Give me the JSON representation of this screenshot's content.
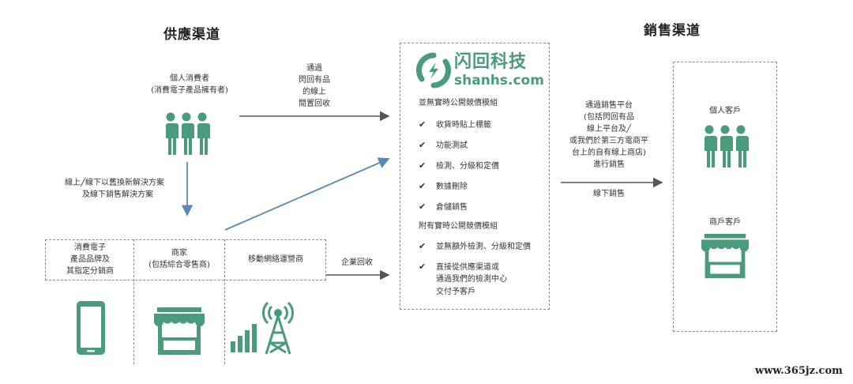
{
  "headings": {
    "supply": "供應渠道",
    "sales": "銷售渠道"
  },
  "consumer": {
    "label_line1": "個人消費者",
    "label_line2": "(消費電子產品擁有者)"
  },
  "arrow_top_label": [
    "通過",
    "閃回有品",
    "的線上",
    "閒置回收"
  ],
  "down_arrow_label": [
    "線上╱線下以舊換新解決方案",
    "及線下銷售解決方案"
  ],
  "suppliers": {
    "brands": [
      "消費電子",
      "產品品牌及",
      "其指定分銷商"
    ],
    "merchants": [
      "商家",
      "(包括綜合零售商)"
    ],
    "carriers": [
      "移動網絡運營商"
    ]
  },
  "enterprise_label": "企業回收",
  "logo": {
    "brand_cn": "闪回科技",
    "brand_en": "shanhs.com",
    "color": "#4a9a7c"
  },
  "center": {
    "section1": "並無實時公開競價模組",
    "items1": [
      "收貨時貼上標籤",
      "功能測試",
      "檢測、分級和定價",
      "數據刪除",
      "倉儲銷售"
    ],
    "section2": "附有實時公開競價模組",
    "items2": [
      [
        "並無額外檢測、分級和定價"
      ],
      [
        "直接從供應渠道或",
        "通過我們的檢測中心",
        "交付予客戶"
      ]
    ],
    "check_symbol": "✔"
  },
  "sales_label_top": [
    "通過銷售平台",
    "(包括閃回有品",
    "線上平台及╱",
    "或我們於第三方電商平",
    "台上的自有線上商店)",
    "進行銷售"
  ],
  "sales_label_bottom": "線下銷售",
  "customers": {
    "individual": "個人客戶",
    "merchant": "商戶客戶"
  },
  "watermark": "www.365jz.com",
  "colors": {
    "icon": "#4a9a7c",
    "arrow_dark": "#555555",
    "arrow_blue": "#5b87b8"
  }
}
